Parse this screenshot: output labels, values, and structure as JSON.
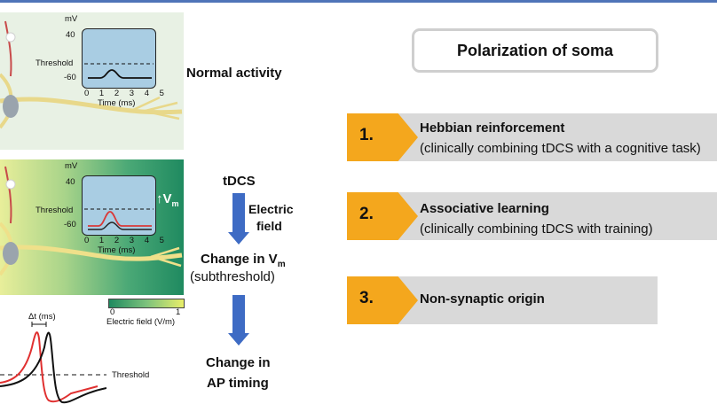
{
  "left": {
    "panel1": {
      "unit": "mV",
      "tick_top": "40",
      "threshold": "Threshold",
      "tick_bottom": "-60",
      "x_ticks": "0 1 2 3 4 5",
      "x_label": "Time (ms)",
      "caption": "Normal activity"
    },
    "panel2": {
      "unit": "mV",
      "tick_top": "40",
      "threshold": "Threshold",
      "tick_bottom": "-60",
      "x_ticks": "0 1 2 3 4 5",
      "x_label": "Time (ms)",
      "vm_label": "↑V",
      "vm_sub": "m"
    },
    "colorbar": {
      "min": "0",
      "max": "1",
      "label": "Electric field (V/m)"
    },
    "timing": {
      "dt_label": "Δt (ms)",
      "threshold": "Threshold"
    }
  },
  "flow": {
    "tdcs": "tDCS",
    "efield_line1": "Electric",
    "efield_line2": "field",
    "change_vm": "Change in V",
    "change_vm_sub": "m",
    "subthreshold": "(subthreshold)",
    "change_ap_line1": "Change in",
    "change_ap_line2": "AP timing"
  },
  "right": {
    "title": "Polarization of soma",
    "items": [
      {
        "num": "1.",
        "title": "Hebbian reinforcement",
        "desc": "(clinically combining tDCS with a cognitive task)"
      },
      {
        "num": "2.",
        "title": "Associative learning",
        "desc": "(clinically combining tDCS with training)"
      },
      {
        "num": "3.",
        "title": "Non-synaptic origin",
        "desc": ""
      }
    ]
  },
  "colors": {
    "accent_orange": "#f4a71d",
    "band_gray": "#d9d9d9",
    "arrow_blue": "#3e6bc4",
    "top_line": "#4f74b8"
  }
}
